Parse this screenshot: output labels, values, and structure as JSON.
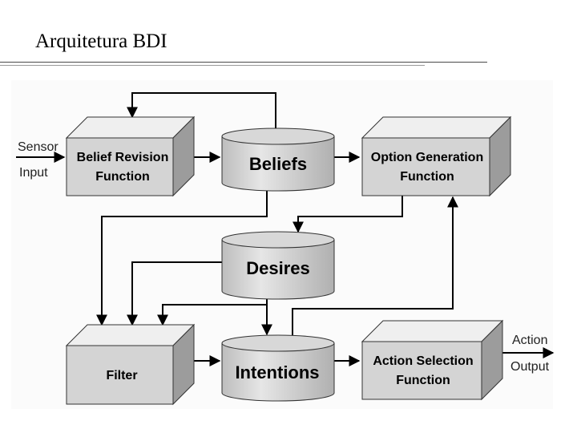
{
  "slide": {
    "title": "Arquitetura BDI"
  },
  "diagram": {
    "sensor_input": [
      "Sensor",
      "Input"
    ],
    "action_output": [
      "Action",
      "Output"
    ],
    "boxes": {
      "belief_revision": [
        "Belief Revision",
        "Function"
      ],
      "option_generation": [
        "Option Generation",
        "Function"
      ],
      "filter": [
        "Filter"
      ],
      "action_selection": [
        "Action Selection",
        "Function"
      ]
    },
    "stores": {
      "beliefs": "Beliefs",
      "desires": "Desires",
      "intentions": "Intentions"
    }
  }
}
